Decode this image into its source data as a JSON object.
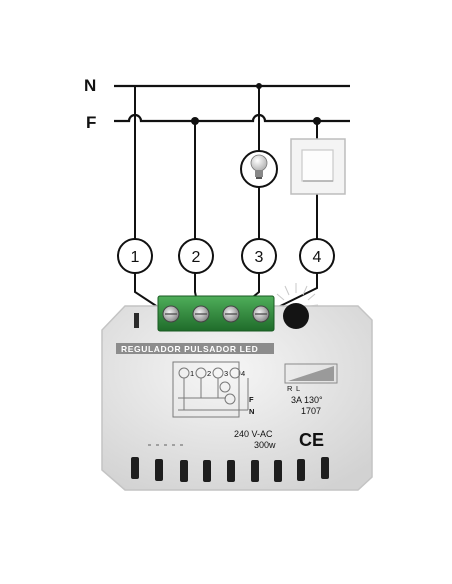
{
  "lines": {
    "neutral": "N",
    "phase": "F"
  },
  "terminals": [
    "1",
    "2",
    "3",
    "4"
  ],
  "device": {
    "name": "REGULADOR PULSADOR LED",
    "rating_line1": "3A 130°",
    "rating_line2": "1707",
    "slider_left": "R",
    "slider_right": "L",
    "voltage": "240 V-AC",
    "power": "300w",
    "ce_mark": "CE",
    "inner_terminals": [
      "1",
      "2",
      "3",
      "4"
    ],
    "inner_line": "F",
    "inner_neutral": "N"
  },
  "icons": {
    "lamp": "light-bulb-icon",
    "switch": "wall-push-button-icon",
    "terminal": "screw-terminal-icon"
  },
  "colors": {
    "wire": "#111111",
    "terminal_block": "#2e8a3a",
    "device_body": "#e9e9e9",
    "label_bar": "#8c8c8c"
  }
}
